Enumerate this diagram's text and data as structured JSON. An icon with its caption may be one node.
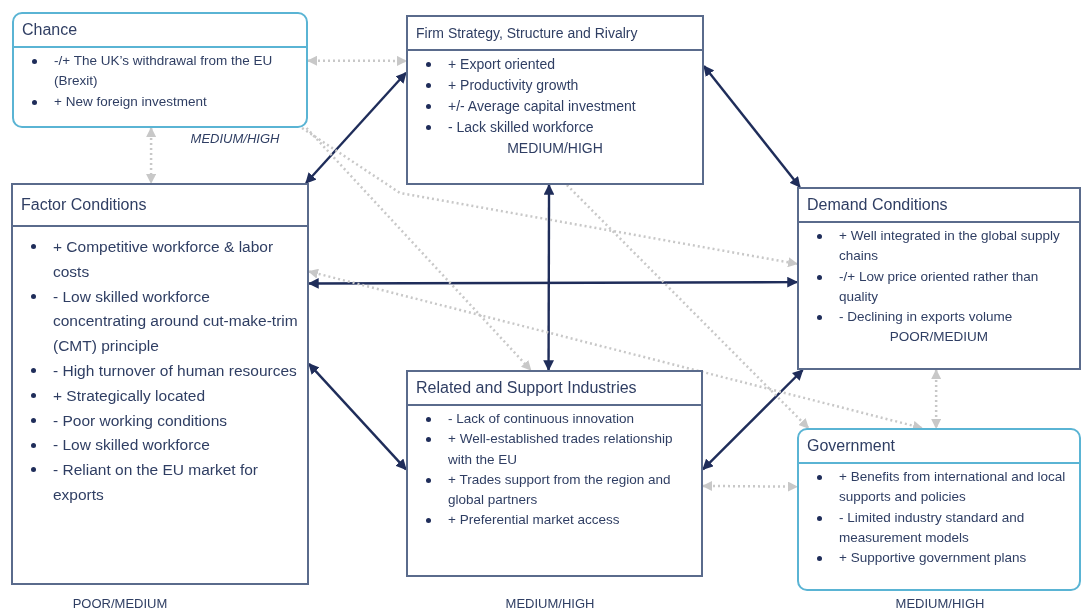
{
  "diagram": {
    "nodes": [
      {
        "text": [
          "Chance",
          "-/+ The UK’s withdrawal from the EU (Brexit)",
          "+ New foreign investment"
        ],
        "beside": [
          "MEDIUM/HIGH"
        ]
      },
      {
        "text": [
          "Firm Strategy, Structure and Rivalry",
          "+ Export oriented",
          "+ Productivity growth",
          "+/- Average capital investment",
          "- Lack skilled workforce",
          "MEDIUM/HIGH"
        ]
      },
      {
        "text": [
          "Factor Conditions",
          "+ Competitive workforce & labor costs",
          "- Low skilled workforce concentrating around cut-make-trim (CMT) principle",
          "- High turnover of human resources",
          "+ Strategically located",
          "- Poor working conditions",
          "- Low skilled workforce",
          "- Reliant on the EU market for exports"
        ],
        "beside": [
          "POOR/MEDIUM"
        ]
      },
      {
        "text": [
          "Demand Conditions",
          "+ Well integrated in the global supply chains",
          "-/+ Low price oriented rather than quality",
          "- Declining in exports volume",
          "POOR/MEDIUM"
        ]
      },
      {
        "text": [
          "Related and Support Industries",
          "- Lack of continuous innovation",
          "+ Well-established trades relationship with the EU",
          "+ Trades support from the region and global partners",
          "+ Preferential market access"
        ],
        "beside": [
          "MEDIUM/HIGH"
        ]
      },
      {
        "text": [
          "Government",
          "+ Benefits from international and local supports and policies",
          "- Limited industry standard and measurement models",
          "+ Supportive government plans"
        ],
        "beside": [
          "MEDIUM/HIGH"
        ]
      }
    ],
    "edges": [
      {
        "from": 1,
        "to": 2,
        "arrow": "both",
        "color": "#1f2d5a"
      },
      {
        "from": 1,
        "to": 3,
        "arrow": "both",
        "color": "#1f2d5a"
      },
      {
        "from": 1,
        "to": 4,
        "arrow": "both",
        "color": "#1f2d5a"
      },
      {
        "from": 2,
        "to": 3,
        "arrow": "both",
        "color": "#1f2d5a"
      },
      {
        "from": 2,
        "to": 4,
        "arrow": "both",
        "color": "#1f2d5a"
      },
      {
        "from": 4,
        "to": 3,
        "arrow": "both",
        "color": "#1f2d5a"
      },
      {
        "from": 0,
        "to": 1,
        "arrow": "both",
        "style": "dashed"
      },
      {
        "from": 0,
        "to": 2,
        "arrow": "both",
        "style": "dashed"
      },
      {
        "from": 0,
        "to": 3,
        "arrow": "to",
        "style": "dashed"
      },
      {
        "from": 0,
        "to": 4,
        "arrow": "to",
        "style": "dashed"
      },
      {
        "from": 1,
        "to": 5,
        "arrow": "to",
        "style": "dashed"
      },
      {
        "from": 2,
        "to": 5,
        "arrow": "both",
        "style": "dashed"
      },
      {
        "from": 3,
        "to": 5,
        "arrow": "both",
        "style": "dashed"
      },
      {
        "from": 4,
        "to": 5,
        "arrow": "both",
        "style": "dashed"
      }
    ]
  }
}
